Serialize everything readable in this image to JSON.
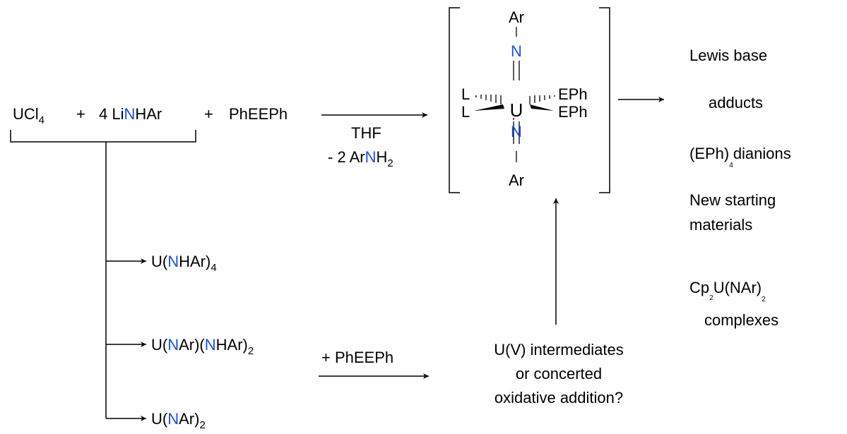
{
  "colors": {
    "text": "#000000",
    "nitrogen": "#1f4fd6",
    "background": "#ffffff"
  },
  "reactants": {
    "ucl_main": "UCl",
    "ucl_sub": "4",
    "plus1": "+",
    "li_amide_coef": "4 Li",
    "li_amide_n": "N",
    "li_amide_rest": "HAr",
    "plus2": "+",
    "phe": "PhEEPh"
  },
  "conditions_top": {
    "solvent": "THF",
    "byproduct_pre": "- 2 Ar",
    "byproduct_n": "N",
    "byproduct_h": "H",
    "byproduct_sub": "2"
  },
  "complex": {
    "ar_top": "Ar",
    "n_top": "N",
    "u_center": "U",
    "n_bottom": "N",
    "ar_bottom": "Ar",
    "l_upper": "L",
    "l_lower": "L",
    "eph_upper": "EPh",
    "eph_lower": "EPh"
  },
  "products": {
    "p1_line1": "Lewis base",
    "p1_line2": "adducts",
    "p2_main": "(EPh)",
    "p2_sub": "4",
    "p2_rest": "dianions",
    "p3_line1": "New starting",
    "p3_line2": "materials",
    "p4_cp": "Cp",
    "p4_cp_sub": "2",
    "p4_mid": "U(NAr)",
    "p4_mid_sub": "2",
    "p4_line2": "complexes"
  },
  "branches": {
    "b1_pre": "U(",
    "b1_n": "N",
    "b1_post": "HAr)",
    "b1_sub": "4",
    "b2_pre": "U(",
    "b2_n1": "N",
    "b2_mid": "Ar)(",
    "b2_n2": "N",
    "b2_post": "HAr)",
    "b2_sub": "2",
    "b3_pre": "U(",
    "b3_n": "N",
    "b3_post": "Ar)",
    "b3_sub": "2"
  },
  "lower_path": {
    "reagent": "+ PhEEPh",
    "q_line1": "U(V) intermediates",
    "q_line2": "or concerted",
    "q_line3": "oxidative addition?"
  }
}
